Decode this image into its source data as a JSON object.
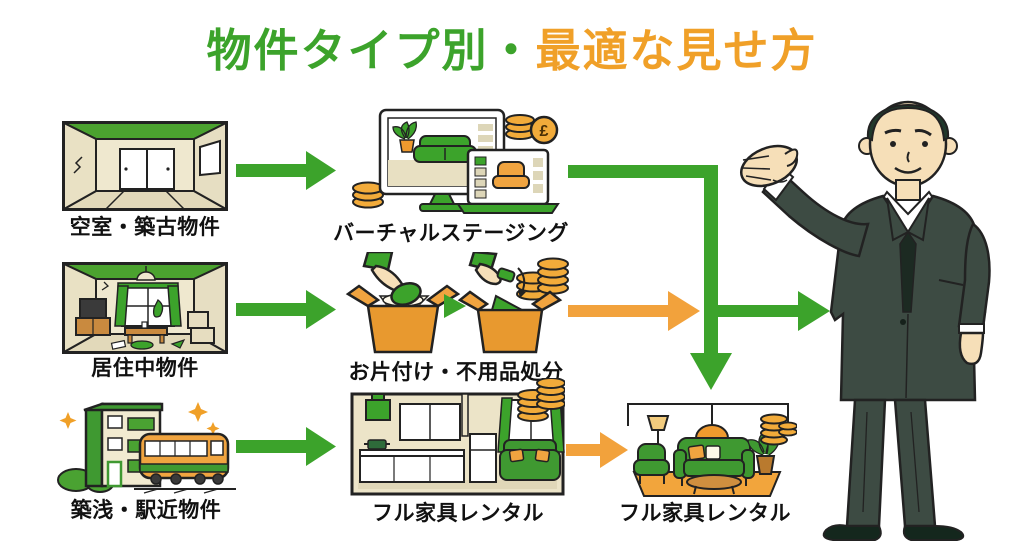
{
  "title": {
    "part1": "物件タイプ別・",
    "part2": "最適な見せ方"
  },
  "colors": {
    "green": "#3ca32b",
    "orange": "#f2a23c",
    "title_orange": "#f0a028",
    "label_text": "#111111",
    "coin": "#f2ab3a",
    "suit": "#3d4b43",
    "room_beige": "#efe8cf"
  },
  "currency_symbol": "£",
  "rows": [
    {
      "property_label": "空室・築古物件",
      "property_icon": "vacant-old-room-illustration",
      "method_label": "バーチャルステージング",
      "method_icon": "virtual-staging-illustration"
    },
    {
      "property_label": "居住中物件",
      "property_icon": "occupied-room-illustration",
      "method_label": "お片付け・不用品処分",
      "method_icon": "decluttering-illustration"
    },
    {
      "property_label": "築浅・駅近物件",
      "property_icon": "new-building-near-station-illustration",
      "method_label": "フル家具レンタル",
      "method_icon": "full-furniture-rental-illustration"
    }
  ],
  "result": {
    "label": "フル家具レンタル",
    "icon": "staged-living-room-illustration"
  },
  "figure_icon": "businessman-presenting-illustration",
  "flow": {
    "arrows": [
      "vacant-to-staging-arrow",
      "occupied-to-declutter-arrow",
      "station-to-furniture-arrow",
      "staging-elbow-down-arrow",
      "declutter-merge-orange-arrow",
      "merge-right-green-arrow",
      "furniture-to-result-orange-arrow"
    ]
  }
}
